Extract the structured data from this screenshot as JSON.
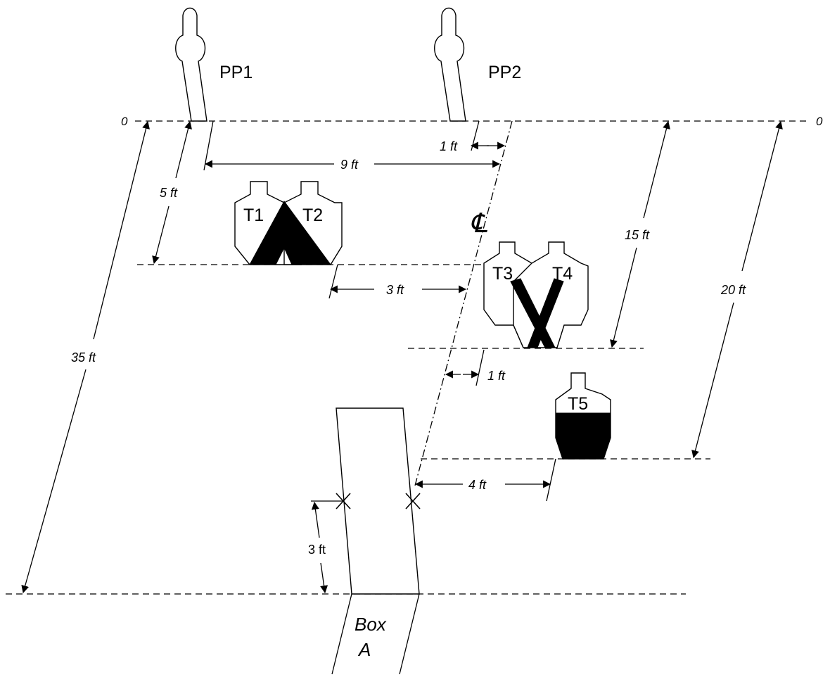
{
  "popper_labels": [
    "PP1",
    "PP2"
  ],
  "target_labels": [
    "T1",
    "T2",
    "T3",
    "T4",
    "T5"
  ],
  "zero_labels": [
    "0",
    "0"
  ],
  "centerline_symbol": "℄",
  "box_label": [
    "Box",
    "A"
  ],
  "dimensions": {
    "d9": "9 ft",
    "d1_top": "1 ft",
    "d5": "5 ft",
    "d3_mid": "3 ft",
    "d15": "15 ft",
    "d1_mid": "1 ft",
    "d20": "20 ft",
    "d35": "35 ft",
    "d4": "4 ft",
    "d3_box": "3 ft"
  }
}
